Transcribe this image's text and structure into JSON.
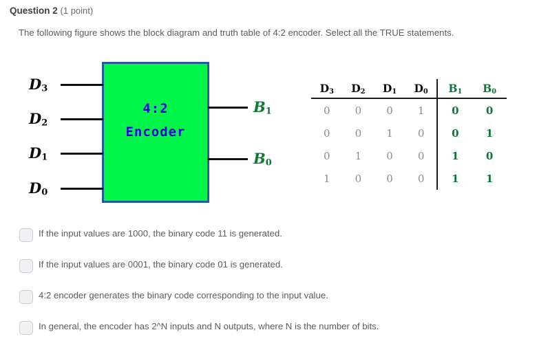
{
  "question": {
    "title": "Question 2",
    "points": "(1 point)",
    "prompt": "The following figure shows the block diagram and truth table of 4:2 encoder. Select all the TRUE statements."
  },
  "colors": {
    "block_fill": "#00F74A",
    "block_border": "#2759A0",
    "block_text": "#2200DD",
    "output_label": "#0A7A33",
    "input_label": "#0C0C0C",
    "body_text": "#5B5C5E",
    "checkbox_fill": "#F1F1F4",
    "checkbox_border": "#CCCDD2"
  },
  "diagram": {
    "block_label_line1": "4:2",
    "block_label_line2": "Encoder",
    "inputs": [
      {
        "name": "D",
        "sub": "3"
      },
      {
        "name": "D",
        "sub": "2"
      },
      {
        "name": "D",
        "sub": "1"
      },
      {
        "name": "D",
        "sub": "0"
      }
    ],
    "outputs": [
      {
        "name": "B",
        "sub": "1"
      },
      {
        "name": "B",
        "sub": "0"
      }
    ]
  },
  "truth_table": {
    "input_headers": [
      {
        "name": "D",
        "sub": "3"
      },
      {
        "name": "D",
        "sub": "2"
      },
      {
        "name": "D",
        "sub": "1"
      },
      {
        "name": "D",
        "sub": "0"
      }
    ],
    "output_headers": [
      {
        "name": "B",
        "sub": "1"
      },
      {
        "name": "B",
        "sub": "0"
      }
    ],
    "rows": [
      {
        "inputs": [
          "0",
          "0",
          "0",
          "1"
        ],
        "outputs": [
          "0",
          "0"
        ]
      },
      {
        "inputs": [
          "0",
          "0",
          "1",
          "0"
        ],
        "outputs": [
          "0",
          "1"
        ]
      },
      {
        "inputs": [
          "0",
          "1",
          "0",
          "0"
        ],
        "outputs": [
          "1",
          "0"
        ]
      },
      {
        "inputs": [
          "1",
          "0",
          "0",
          "0"
        ],
        "outputs": [
          "1",
          "1"
        ]
      }
    ]
  },
  "options": [
    {
      "checked": false,
      "text": "If the input values are 1000, the binary code 11 is generated."
    },
    {
      "checked": false,
      "text": "If the input values are 0001, the binary code 01 is generated."
    },
    {
      "checked": false,
      "text": "4:2 encoder generates the binary code corresponding to the input value."
    },
    {
      "checked": false,
      "text": "In general, the encoder has 2^N inputs and N outputs, where N is the number of bits."
    }
  ]
}
